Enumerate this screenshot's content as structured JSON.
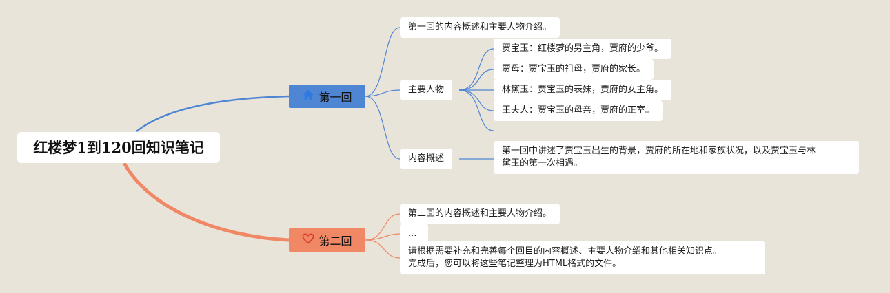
{
  "root": {
    "title": "红楼梦1到120回知识笔记"
  },
  "branches": [
    {
      "label": "第一回",
      "icon": "home-icon",
      "color": "#4f86d4",
      "children": {
        "summary_intro": "第一回的内容概述和主要人物介绍。",
        "characters_label": "主要人物",
        "characters": [
          "贾宝玉：红楼梦的男主角，贾府的少爷。",
          "贾母：贾宝玉的祖母，贾府的家长。",
          "林黛玉：贾宝玉的表妹，贾府的女主角。",
          "王夫人：贾宝玉的母亲，贾府的正室。"
        ],
        "overview_label": "内容概述",
        "overview_text_line1": "第一回中讲述了贾宝玉出生的背景，贾府的所在地和家族状况，以及贾宝玉与林",
        "overview_text_line2": "黛玉的第一次相遇。"
      }
    },
    {
      "label": "第二回",
      "icon": "heart-icon",
      "color": "#f08865",
      "children": {
        "summary_intro": "第二回的内容概述和主要人物介绍。",
        "ellipsis": "...",
        "note_line1": "请根据需要补充和完善每个回目的内容概述、主要人物介绍和其他相关知识点。",
        "note_line2": "完成后，您可以将这些笔记整理为HTML格式的文件。"
      }
    }
  ]
}
